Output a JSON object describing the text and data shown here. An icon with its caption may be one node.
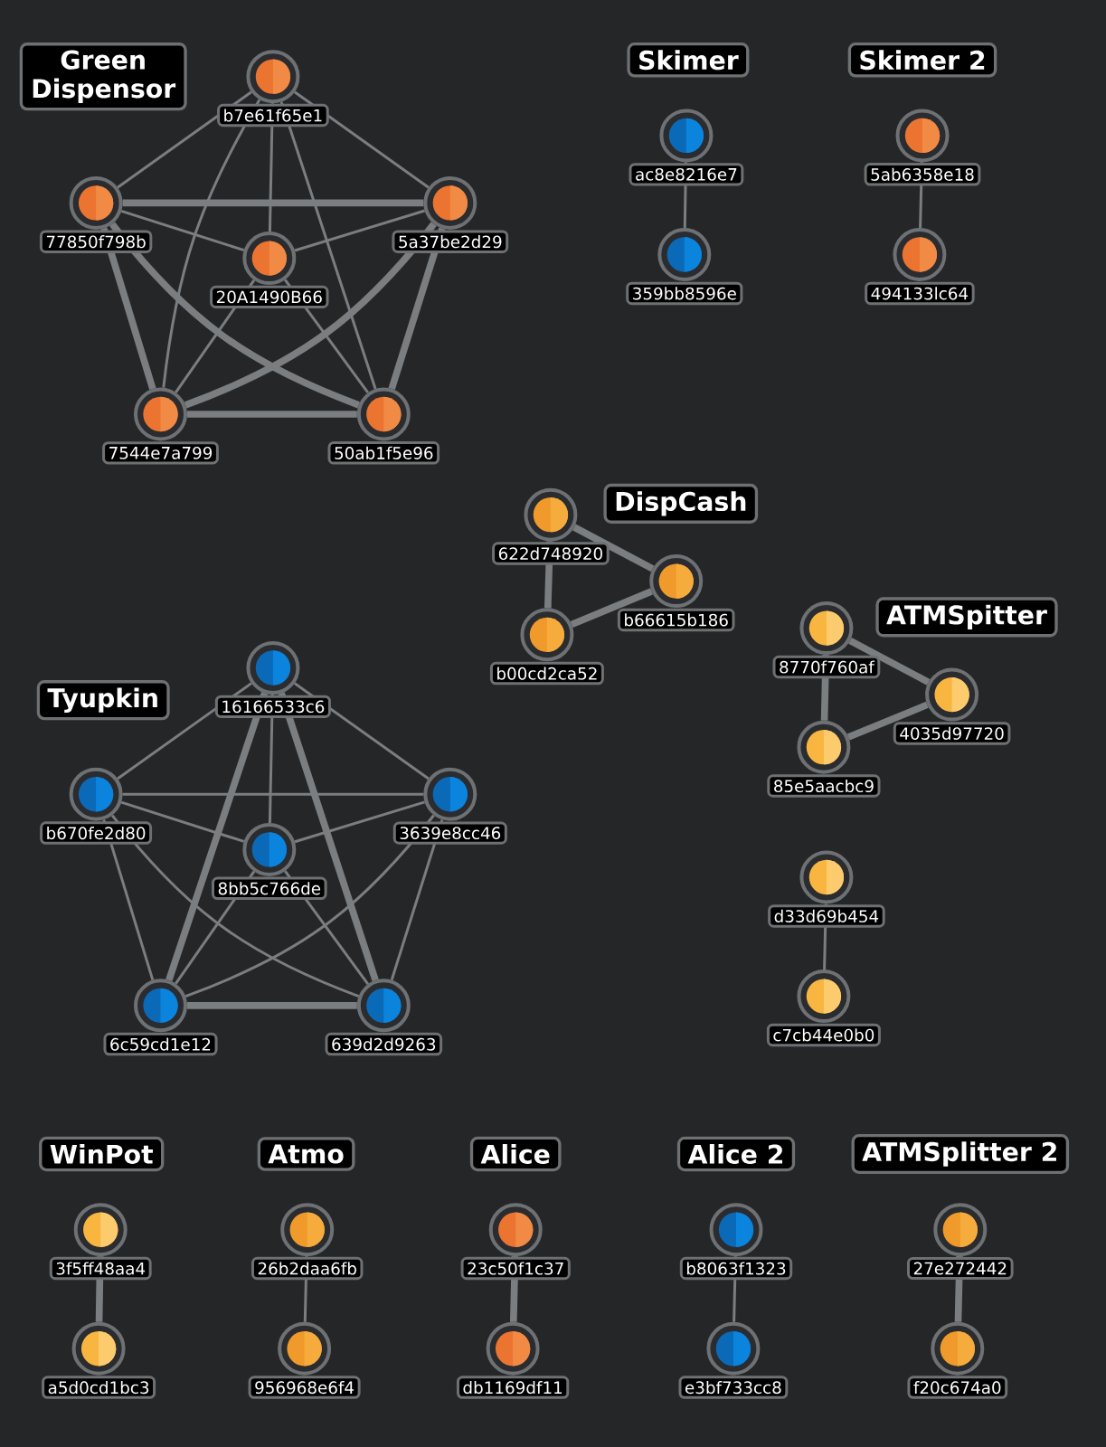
{
  "diagram": {
    "nodes": [
      {
        "text": [
          "Green Dispensor"
        ]
      },
      {
        "text": [
          "b7e61f65e1"
        ]
      },
      {
        "text": [
          "77850f798b"
        ]
      },
      {
        "text": [
          "5a37be2d29"
        ]
      },
      {
        "text": [
          "20A1490B66"
        ]
      },
      {
        "text": [
          "7544e7a799"
        ]
      },
      {
        "text": [
          "50ab1f5e96"
        ]
      },
      {
        "text": [
          "Skimer"
        ]
      },
      {
        "text": [
          "ac8e8216e7"
        ]
      },
      {
        "text": [
          "359bb8596e"
        ]
      },
      {
        "text": [
          "Skimer 2"
        ]
      },
      {
        "text": [
          "5ab6358e18"
        ]
      },
      {
        "text": [
          "494133lc64"
        ]
      },
      {
        "text": [
          "DispCash"
        ]
      },
      {
        "text": [
          "622d748920"
        ]
      },
      {
        "text": [
          "b66615b186"
        ]
      },
      {
        "text": [
          "b00cd2ca52"
        ]
      },
      {
        "text": [
          "ATMSpitter"
        ]
      },
      {
        "text": [
          "8770f760af"
        ]
      },
      {
        "text": [
          "4035d97720"
        ]
      },
      {
        "text": [
          "85e5aacbc9"
        ]
      },
      {
        "text": [
          "d33d69b454"
        ]
      },
      {
        "text": [
          "c7cb44e0b0"
        ]
      },
      {
        "text": [
          "Tyupkin"
        ]
      },
      {
        "text": [
          "16166533c6"
        ]
      },
      {
        "text": [
          "b670fe2d80"
        ]
      },
      {
        "text": [
          "3639e8cc46"
        ]
      },
      {
        "text": [
          "8bb5c766de"
        ]
      },
      {
        "text": [
          "6c59cd1e12"
        ]
      },
      {
        "text": [
          "639d2d9263"
        ]
      },
      {
        "text": [
          "WinPot"
        ]
      },
      {
        "text": [
          "3f5ff48aa4"
        ]
      },
      {
        "text": [
          "a5d0cd1bc3"
        ]
      },
      {
        "text": [
          "Atmo"
        ]
      },
      {
        "text": [
          "26b2daa6fb"
        ]
      },
      {
        "text": [
          "956968e6f4"
        ]
      },
      {
        "text": [
          "Alice"
        ]
      },
      {
        "text": [
          "23c50f1c37"
        ]
      },
      {
        "text": [
          "db1169df11"
        ]
      },
      {
        "text": [
          "Alice 2"
        ]
      },
      {
        "text": [
          "b8063f1323"
        ]
      },
      {
        "text": [
          "e3bf733cc8"
        ]
      },
      {
        "text": [
          "ATMSplitter 2"
        ]
      },
      {
        "text": [
          "27e272442"
        ]
      },
      {
        "text": [
          "f20c674a0"
        ]
      }
    ],
    "edges": [
      {
        "from": 1,
        "to": 2,
        "arrow": "none"
      },
      {
        "from": 1,
        "to": 3,
        "arrow": "none"
      },
      {
        "from": 1,
        "to": 4,
        "arrow": "none"
      },
      {
        "from": 1,
        "to": 5,
        "arrow": "none"
      },
      {
        "from": 1,
        "to": 6,
        "arrow": "none"
      },
      {
        "from": 2,
        "to": 3,
        "arrow": "none",
        "style": "thick"
      },
      {
        "from": 2,
        "to": 4,
        "arrow": "none"
      },
      {
        "from": 2,
        "to": 5,
        "arrow": "none",
        "style": "thick"
      },
      {
        "from": 2,
        "to": 6,
        "arrow": "none",
        "style": "thick"
      },
      {
        "from": 3,
        "to": 4,
        "arrow": "none"
      },
      {
        "from": 3,
        "to": 5,
        "arrow": "none",
        "style": "thick"
      },
      {
        "from": 3,
        "to": 6,
        "arrow": "none",
        "style": "thick"
      },
      {
        "from": 4,
        "to": 5,
        "arrow": "none"
      },
      {
        "from": 4,
        "to": 6,
        "arrow": "none"
      },
      {
        "from": 5,
        "to": 6,
        "arrow": "none",
        "style": "thick"
      },
      {
        "from": 8,
        "to": 9,
        "arrow": "none"
      },
      {
        "from": 11,
        "to": 12,
        "arrow": "none"
      },
      {
        "from": 14,
        "to": 15,
        "arrow": "none",
        "style": "thick"
      },
      {
        "from": 14,
        "to": 16,
        "arrow": "none",
        "style": "thick"
      },
      {
        "from": 16,
        "to": 15,
        "arrow": "none",
        "style": "thick"
      },
      {
        "from": 18,
        "to": 19,
        "arrow": "none",
        "style": "thick"
      },
      {
        "from": 18,
        "to": 20,
        "arrow": "none",
        "style": "thick"
      },
      {
        "from": 20,
        "to": 19,
        "arrow": "none",
        "style": "thick"
      },
      {
        "from": 21,
        "to": 22,
        "arrow": "none"
      },
      {
        "from": 24,
        "to": 25,
        "arrow": "none"
      },
      {
        "from": 24,
        "to": 26,
        "arrow": "none"
      },
      {
        "from": 24,
        "to": 27,
        "arrow": "none"
      },
      {
        "from": 24,
        "to": 28,
        "arrow": "none",
        "style": "thick"
      },
      {
        "from": 24,
        "to": 29,
        "arrow": "none",
        "style": "thick"
      },
      {
        "from": 25,
        "to": 26,
        "arrow": "none"
      },
      {
        "from": 25,
        "to": 27,
        "arrow": "none"
      },
      {
        "from": 25,
        "to": 28,
        "arrow": "none"
      },
      {
        "from": 25,
        "to": 29,
        "arrow": "none"
      },
      {
        "from": 26,
        "to": 27,
        "arrow": "none"
      },
      {
        "from": 26,
        "to": 28,
        "arrow": "none"
      },
      {
        "from": 26,
        "to": 29,
        "arrow": "none"
      },
      {
        "from": 27,
        "to": 28,
        "arrow": "none"
      },
      {
        "from": 27,
        "to": 29,
        "arrow": "none"
      },
      {
        "from": 28,
        "to": 29,
        "arrow": "none",
        "style": "thick"
      },
      {
        "from": 31,
        "to": 32,
        "arrow": "none",
        "style": "thick"
      },
      {
        "from": 34,
        "to": 35,
        "arrow": "none"
      },
      {
        "from": 37,
        "to": 38,
        "arrow": "none",
        "style": "thick"
      },
      {
        "from": 40,
        "to": 41,
        "arrow": "none"
      },
      {
        "from": 43,
        "to": 44,
        "arrow": "none",
        "style": "thick"
      }
    ]
  }
}
